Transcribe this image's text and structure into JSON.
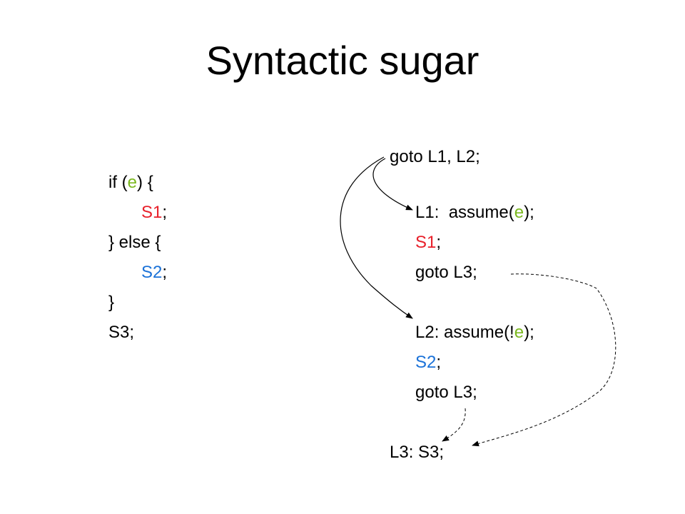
{
  "title": "Syntactic sugar",
  "left_code": {
    "l1_pre": "if (",
    "l1_e": "e",
    "l1_post": ") {",
    "l2_s": "S1",
    "l2_semi": ";",
    "l3": "} else {",
    "l4_s": "S2",
    "l4_semi": ";",
    "l5": "}",
    "l6": "S3;"
  },
  "right_code": {
    "r1": "goto L1, L2;",
    "r2_pre": "L1:  assume(",
    "r2_e": "e",
    "r2_post": ");",
    "r3_s": "S1",
    "r3_semi": ";",
    "r4": "goto L3;",
    "r5_pre": "L2: assume(!",
    "r5_e": "e",
    "r5_post": ");",
    "r6_s": "S2",
    "r6_semi": ";",
    "r7": "goto L3;",
    "r8": "L3: S3;"
  },
  "colors": {
    "stmt1": "#e8202a",
    "stmt2": "#1b72d8",
    "expr": "#7bb81f"
  }
}
